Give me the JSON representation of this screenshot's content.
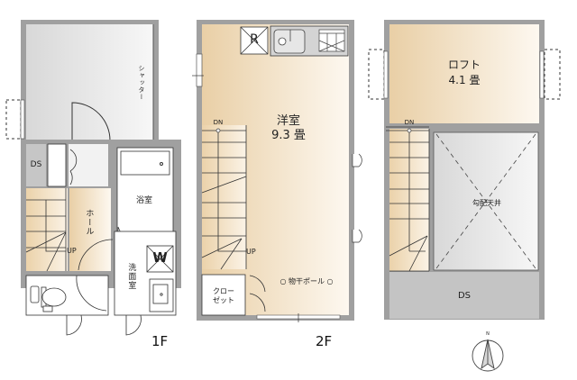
{
  "floors": [
    {
      "label": "1F",
      "rooms": {
        "garage": "シャッター",
        "ds": "DS",
        "hall": "ホール",
        "bath": "浴室",
        "washroom": "洗面室",
        "washer": "W",
        "stairs_up": "UP"
      }
    },
    {
      "label": "2F",
      "rooms": {
        "western_room": "洋室",
        "western_room_size": "9.3 畳",
        "fridge": "R",
        "stairs_down": "DN",
        "stairs_up": "UP",
        "closet_line1": "クロー",
        "closet_line2": "ゼット",
        "drying_pole": "○ 物干ポール ○"
      }
    },
    {
      "label": "",
      "rooms": {
        "loft": "ロフト",
        "loft_size": "4.1 畳",
        "stairs_down": "DN",
        "sloped_ceiling": "勾配天井",
        "ds": "DS"
      }
    }
  ],
  "compass": {
    "north_label": "N"
  },
  "colors": {
    "wall": "#9a9a9a",
    "wall_dark": "#555555",
    "wood_dark": "#e9cfa6",
    "wood_light": "#fbf4ea",
    "gray_area": "#c6c6c6",
    "garage_dark": "#d6d6d6",
    "garage_light": "#f6f6f6"
  }
}
